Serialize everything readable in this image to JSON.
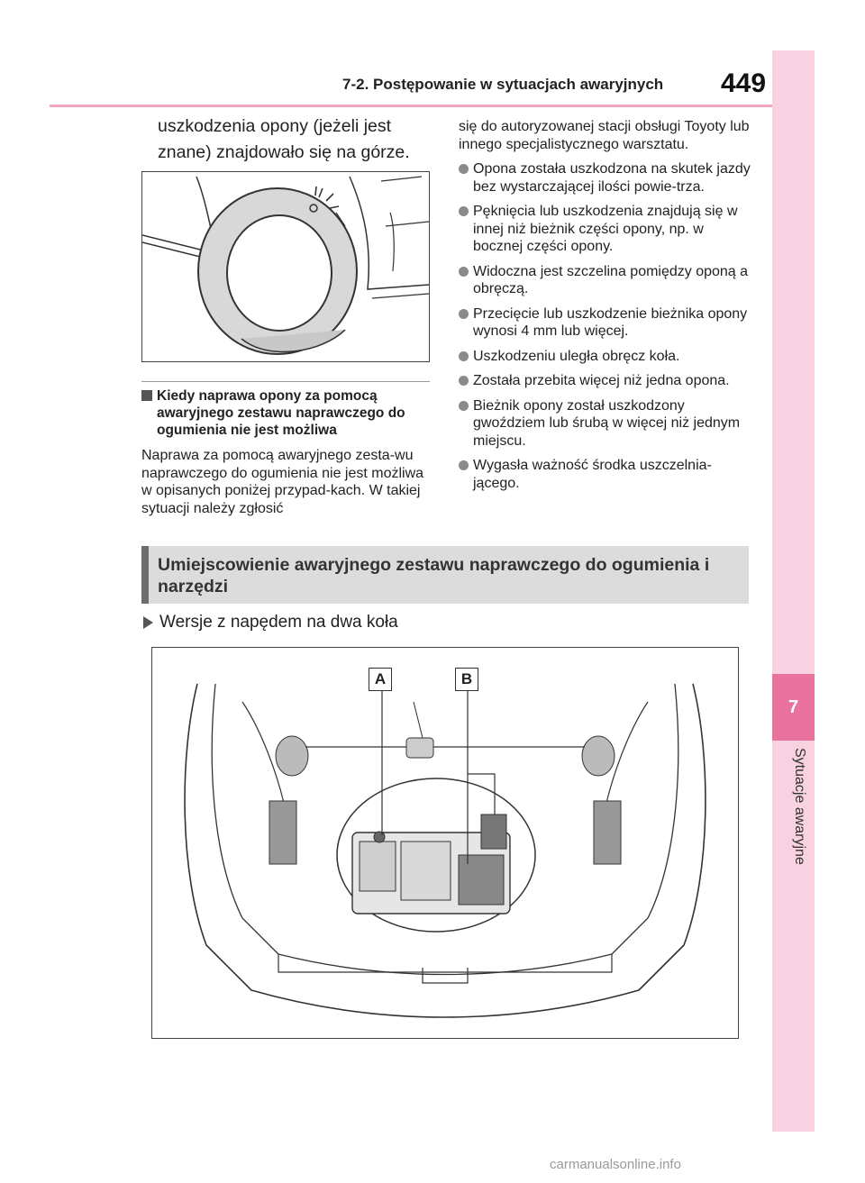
{
  "header": {
    "title": "7-2. Postępowanie w sytuacjach awaryjnych",
    "page_number": "449"
  },
  "side_tab": {
    "number": "7",
    "label": "Sytuacje awaryjne"
  },
  "continued_text": "uszkodzenia opony (jeżeli jest znane) znajdowało się na górze.",
  "subsection": {
    "heading": "Kiedy naprawa opony za pomocą awaryjnego zestawu naprawczego do ogumienia nie jest możliwa",
    "paragraph": "Naprawa za pomocą awaryjnego zesta-wu naprawczego do ogumienia nie jest możliwa w opisanych poniżej przypad-kach. W takiej sytuacji należy zgłosić"
  },
  "right_column": {
    "intro": "się do autoryzowanej stacji obsługi Toyoty lub innego specjalistycznego warsztatu.",
    "bullets": [
      "Opona została uszkodzona na skutek jazdy bez wystarczającej ilości powie-trza.",
      "Pęknięcia lub uszkodzenia znajdują się w innej niż bieżnik części opony, np. w bocznej części opony.",
      "Widoczna jest szczelina pomiędzy oponą a obręczą.",
      "Przecięcie lub uszkodzenie bieżnika opony wynosi 4 mm lub więcej.",
      "Uszkodzeniu uległa obręcz koła.",
      "Została przebita więcej niż jedna opona.",
      "Bieżnik opony został uszkodzony gwoździem lub śrubą w więcej niż jednym miejscu.",
      "Wygasła ważność środka uszczelnia-jącego."
    ]
  },
  "section": {
    "heading": "Umiejscowienie awaryjnego zestawu naprawczego do ogumienia i narzędzi"
  },
  "variant_label": "Wersje z napędem na dwa koła",
  "figure2": {
    "callout_a": "A",
    "callout_b": "B"
  },
  "watermark": "carmanualsonline.info"
}
